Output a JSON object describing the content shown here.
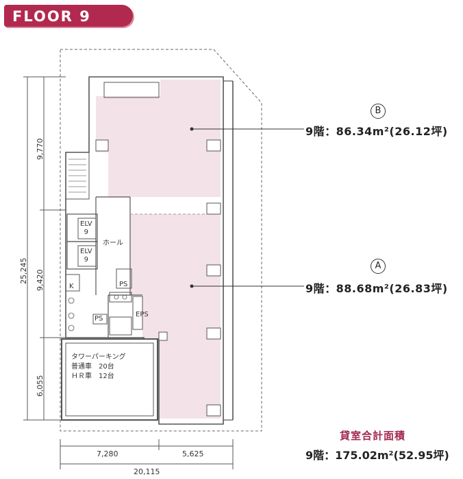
{
  "header": {
    "title": "FLOOR 9"
  },
  "units": {
    "b": {
      "marker": "B",
      "area": "9階：86.34m²(26.12坪)"
    },
    "a": {
      "marker": "A",
      "area": "9階：88.68m²(26.83坪)"
    }
  },
  "rooms": {
    "elv1": {
      "line1": "ELV",
      "line2": "9"
    },
    "elv2": {
      "line1": "ELV",
      "line2": "9"
    },
    "hall": "ホール",
    "ps_upper": "PS",
    "ps_lower": "PS",
    "eps": "EPS",
    "kitchen": "K"
  },
  "parking": {
    "title": "タワーパーキング",
    "line1": "普通車　20台",
    "line2": "ＨＲ車　12台"
  },
  "dimensions": {
    "vertical_total": "25,245",
    "vertical_top": "9,770",
    "vertical_mid": "9,420",
    "vertical_bottom": "6,055",
    "horizontal_left": "7,280",
    "horizontal_right": "5,625",
    "horizontal_total": "20,115"
  },
  "total": {
    "title": "貸室合計面積",
    "area": "9階：175.02m²(52.95坪)"
  },
  "colors": {
    "accent": "#b2294f",
    "room_fill": "#f3e2e8",
    "wall": "#555555"
  }
}
